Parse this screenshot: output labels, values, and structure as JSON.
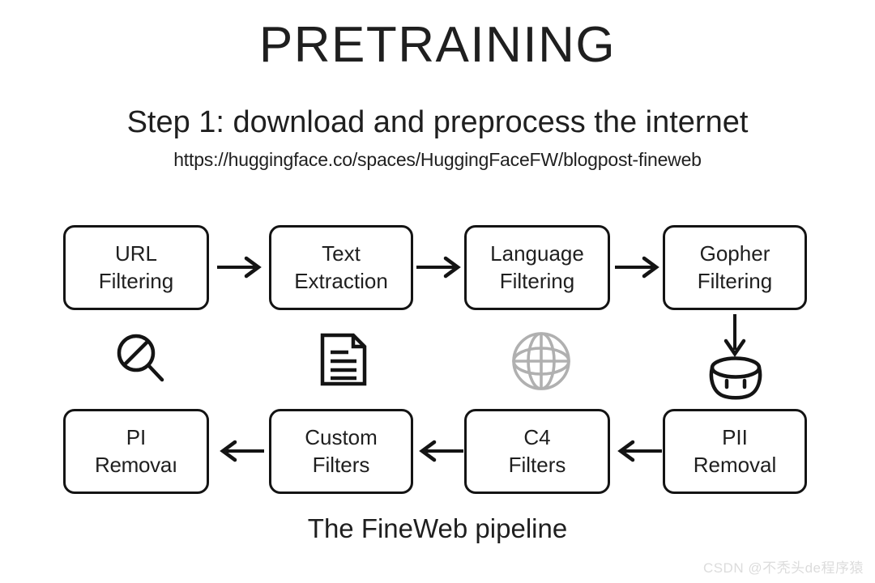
{
  "header": {
    "title": "PRETRAINING",
    "subtitle": "Step 1: download and preprocess the internet",
    "url": "https://huggingface.co/spaces/HuggingFaceFW/blogpost-fineweb"
  },
  "colors": {
    "background": "#ffffff",
    "stroke": "#141414",
    "text": "#1f1f1f",
    "globe_icon": "#b0b0b0",
    "watermark": "#dcdcdc"
  },
  "pipeline": {
    "row1": [
      {
        "id": "url",
        "line1": "URL",
        "line2": "Filtering"
      },
      {
        "id": "text",
        "line1": "Text",
        "line2": "Extraction"
      },
      {
        "id": "language",
        "line1": "Language",
        "line2": "Filtering"
      },
      {
        "id": "gopher",
        "line1": "Gopher",
        "line2": "Filtering"
      }
    ],
    "row2": [
      {
        "id": "pi",
        "line1": "PI",
        "line2": "Removaı"
      },
      {
        "id": "custom",
        "line1": "Custom",
        "line2": "Filters"
      },
      {
        "id": "c4",
        "line1": "C4",
        "line2": "Filters"
      },
      {
        "id": "pii",
        "line1": "PII",
        "line2": "Removal"
      }
    ],
    "arrows": [
      {
        "id": "r1-1",
        "direction": "right"
      },
      {
        "id": "r1-2",
        "direction": "right"
      },
      {
        "id": "r1-3",
        "direction": "right"
      },
      {
        "id": "down",
        "direction": "down"
      },
      {
        "id": "r2-1",
        "direction": "left"
      },
      {
        "id": "r2-2",
        "direction": "left"
      },
      {
        "id": "r2-3",
        "direction": "left"
      }
    ],
    "icons": [
      {
        "id": "no-search",
        "name": "no-search-icon"
      },
      {
        "id": "document",
        "name": "document-icon"
      },
      {
        "id": "globe",
        "name": "globe-icon"
      },
      {
        "id": "gopher",
        "name": "gopher-icon"
      }
    ]
  },
  "caption": "The FineWeb pipeline",
  "watermark": "CSDN @不秃头de程序猿"
}
